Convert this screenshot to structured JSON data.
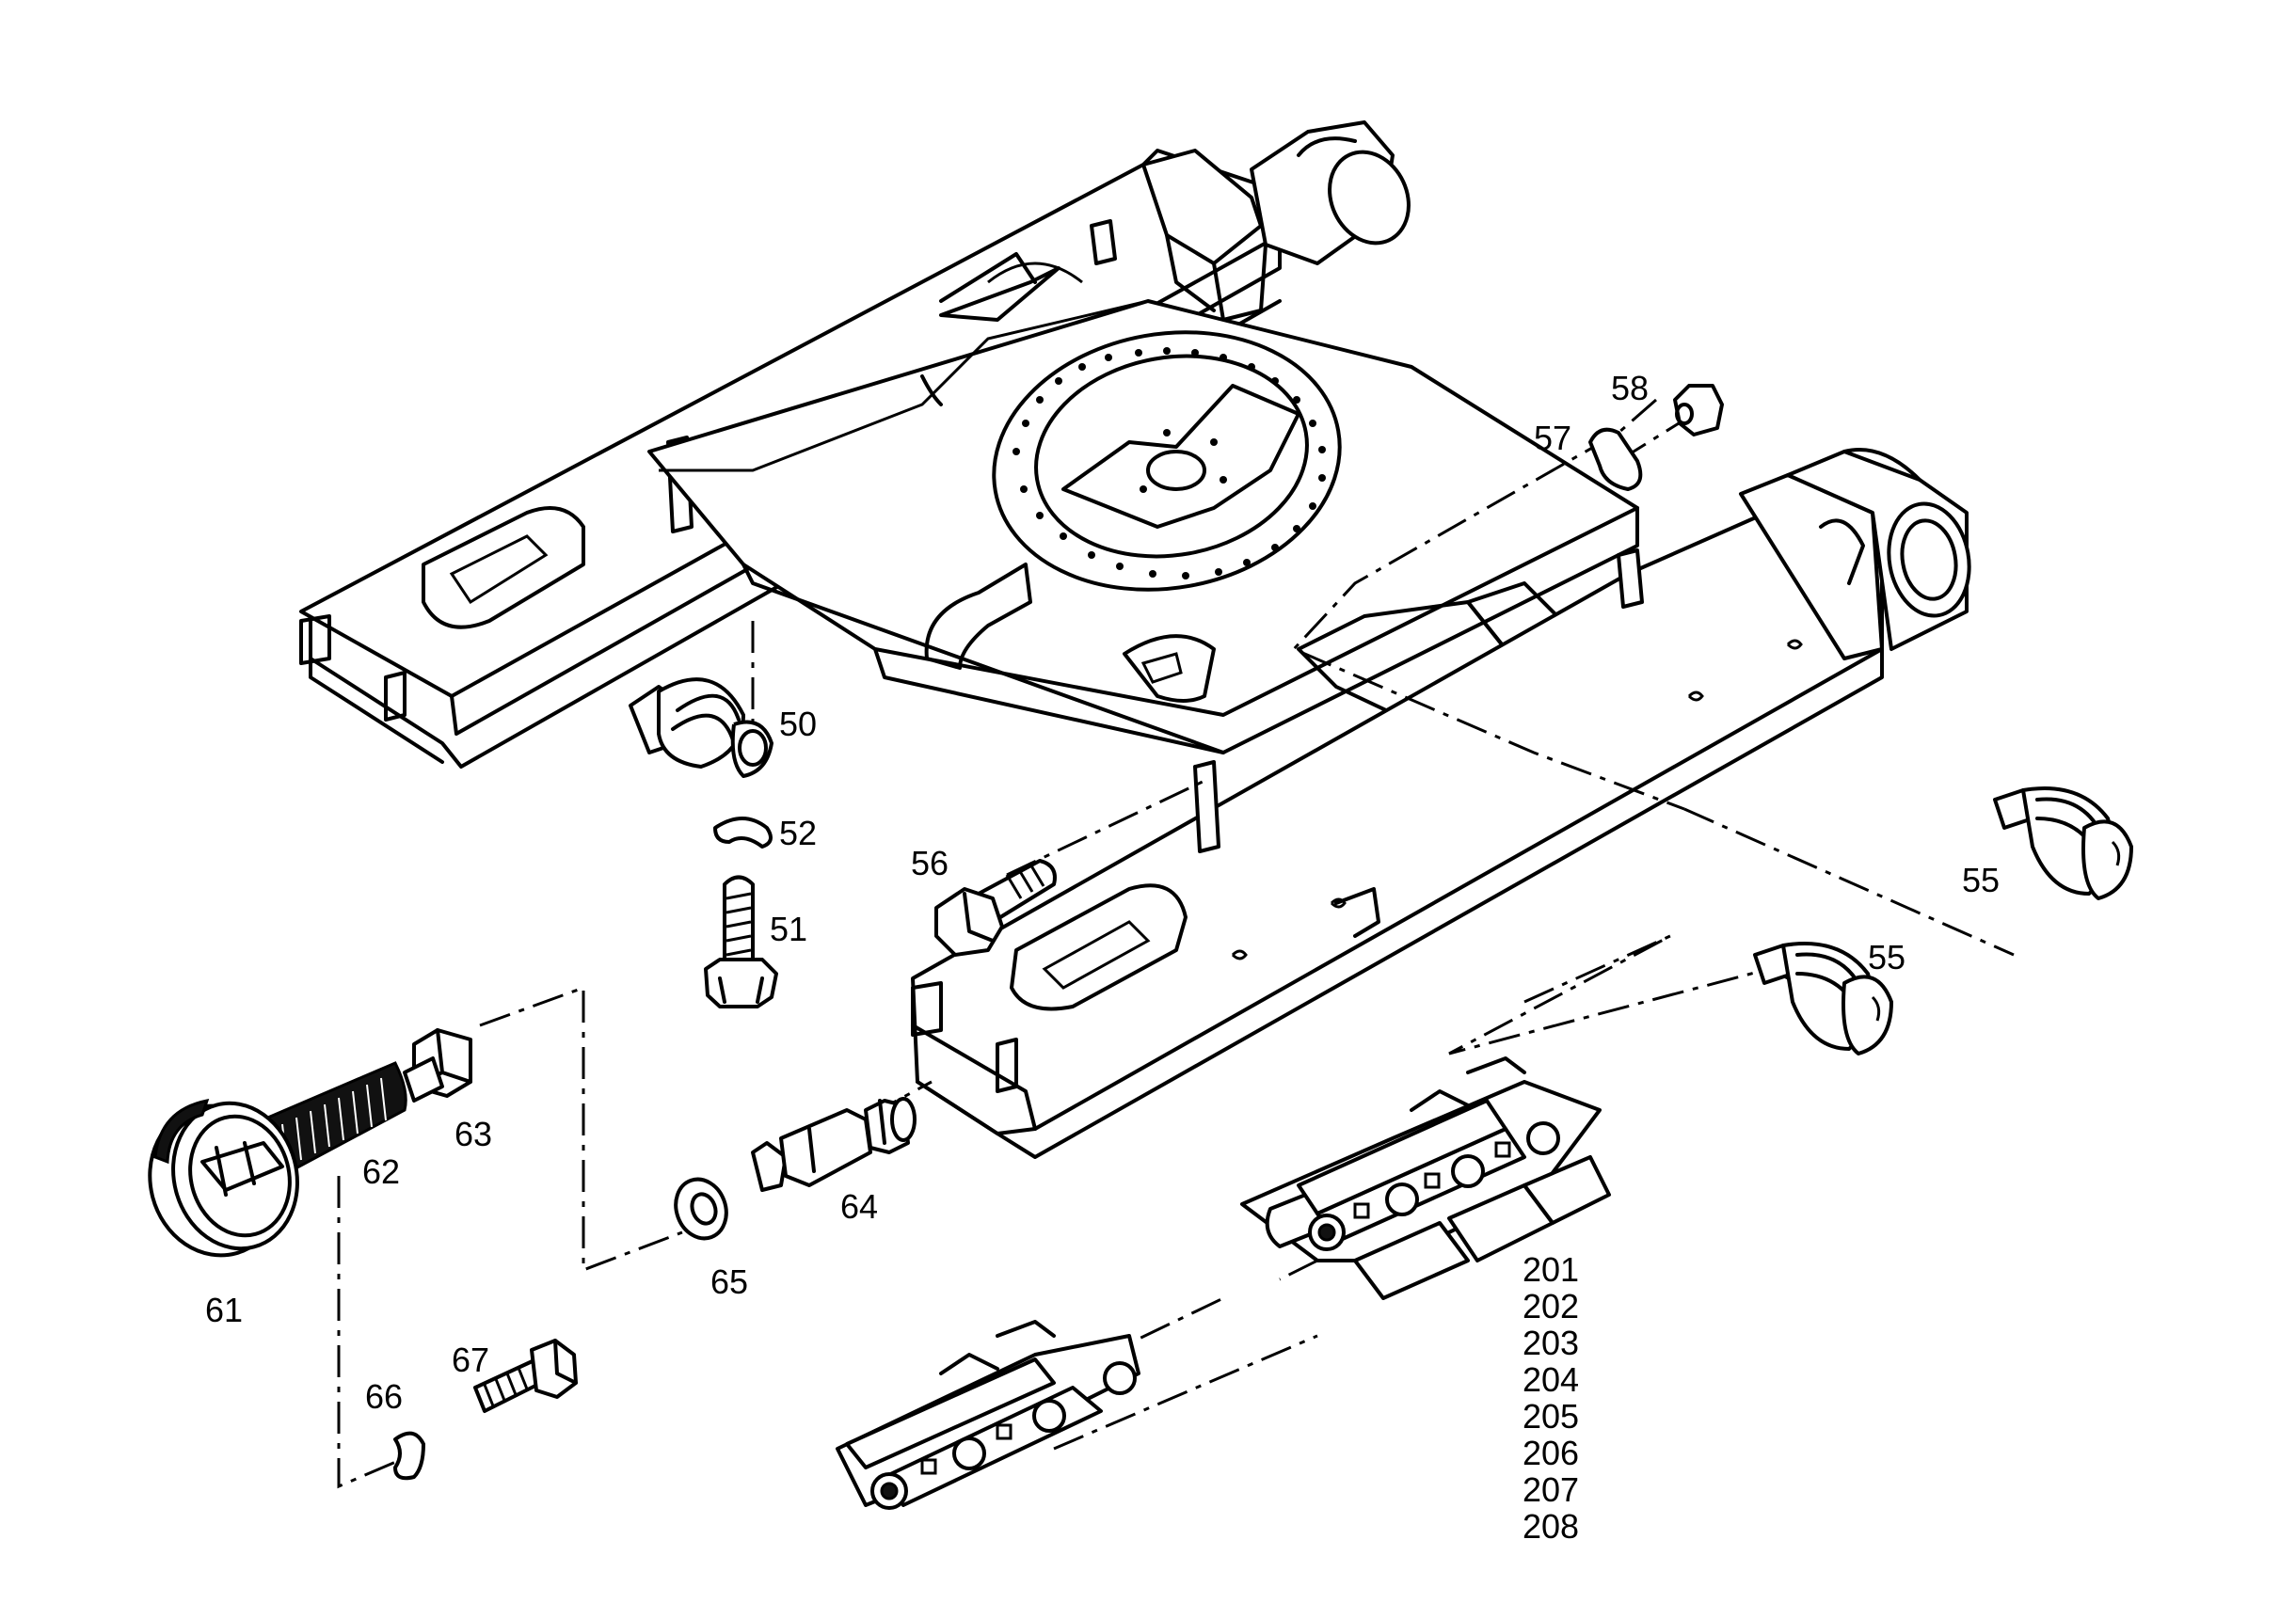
{
  "labels": {
    "p50": "50",
    "p51": "51",
    "p52": "52",
    "p55a": "55",
    "p55b": "55",
    "p56": "56",
    "p57": "57",
    "p58": "58",
    "p61": "61",
    "p62": "62",
    "p63": "63",
    "p64": "64",
    "p65": "65",
    "p66": "66",
    "p67": "67",
    "track": [
      "201",
      "202",
      "203",
      "204",
      "205",
      "206",
      "207",
      "208"
    ]
  }
}
